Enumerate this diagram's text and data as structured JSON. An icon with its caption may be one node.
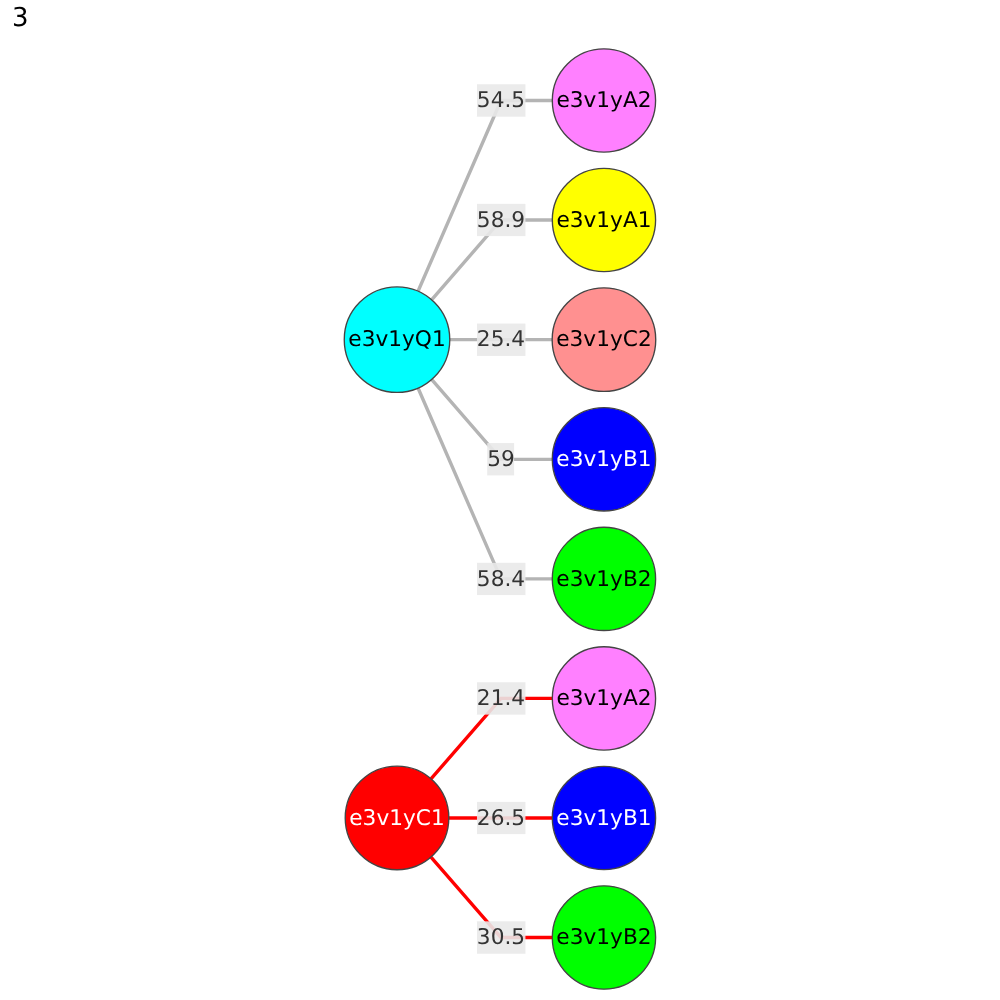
{
  "diagram": {
    "nodes": [
      {
        "text": [
          "e3v1yA2"
        ]
      },
      {
        "text": [
          "e3v1yA1"
        ]
      },
      {
        "text": [
          "e3v1yA2"
        ]
      },
      {
        "text": [
          "e3v1yC2"
        ]
      },
      {
        "text": [
          "e3v1yB1"
        ]
      },
      {
        "text": [
          "e3v1yB1"
        ]
      },
      {
        "text": [
          "e3v1yQ1"
        ]
      },
      {
        "text": [
          "e3v1yC1"
        ]
      },
      {
        "text": [
          "e3v1yB2"
        ]
      },
      {
        "text": [
          "e3v1yB2"
        ]
      }
    ],
    "edges": [
      {
        "from": 6,
        "to": 0,
        "arrow": "none",
        "label": "54.5"
      },
      {
        "from": 6,
        "to": 1,
        "arrow": "none",
        "label": "58.9"
      },
      {
        "from": 7,
        "to": 2,
        "arrow": "none",
        "label": "21.4",
        "color": "#ff0000"
      },
      {
        "from": 6,
        "to": 3,
        "arrow": "none",
        "label": "25.4"
      },
      {
        "from": 6,
        "to": 4,
        "arrow": "none",
        "label": "59"
      },
      {
        "from": 7,
        "to": 5,
        "arrow": "none",
        "label": "26.5",
        "color": "#ff0000"
      },
      {
        "from": 6,
        "to": 8,
        "arrow": "none",
        "label": "58.4"
      },
      {
        "from": 7,
        "to": 9,
        "arrow": "none",
        "label": "30.5",
        "color": "#ff0000"
      }
    ],
    "labels": [
      "3"
    ]
  }
}
